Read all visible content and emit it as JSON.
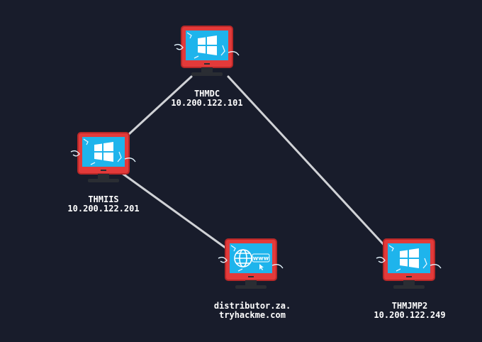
{
  "colors": {
    "background": "#181c2b",
    "link": "#d0d2d6",
    "monitor_frame": "#e33a3a",
    "monitor_frame_dark": "#b82828",
    "screen": "#1eb4ec",
    "stand": "#2a2d33",
    "label_text": "#ffffff"
  },
  "nodes": [
    {
      "id": "thmdc",
      "name": "THMDC",
      "ip": "10.200.122.101",
      "icon": "windows-logo-icon"
    },
    {
      "id": "thmiis",
      "name": "THMIIS",
      "ip": "10.200.122.201",
      "icon": "windows-logo-icon"
    },
    {
      "id": "distributor",
      "name": "distributor.za.",
      "ip": "tryhackme.com",
      "icon": "globe-www-icon"
    },
    {
      "id": "thmjmp2",
      "name": "THMJMP2",
      "ip": "10.200.122.249",
      "icon": "windows-logo-icon"
    }
  ],
  "links": [
    {
      "from": "thmdc",
      "to": "thmiis"
    },
    {
      "from": "thmdc",
      "to": "thmjmp2"
    },
    {
      "from": "thmiis",
      "to": "distributor"
    }
  ],
  "www_text": "www"
}
